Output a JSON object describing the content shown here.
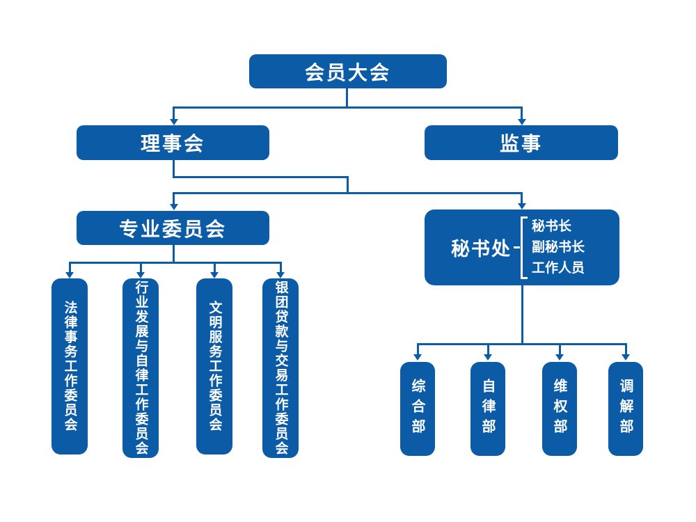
{
  "colors": {
    "primary": "#0B5BA6",
    "text_on_primary": "#FFFFFF",
    "background": "#FFFFFF"
  },
  "org": {
    "top": {
      "label": "会员大会"
    },
    "level2": [
      {
        "label": "理事会"
      },
      {
        "label": "监事"
      }
    ],
    "level3": {
      "professional_committee": {
        "label": "专业委员会"
      },
      "secretariat": {
        "label": "秘书处",
        "staff": [
          "秘书长",
          "副秘书长",
          "工作人员"
        ]
      }
    },
    "committees": [
      "法律事务工作委员会",
      "行业发展与自律工作委员会",
      "文明服务工作委员会",
      "银团贷款与交易工作委员会"
    ],
    "departments": [
      "综合部",
      "自律部",
      "维权部",
      "调解部"
    ]
  }
}
